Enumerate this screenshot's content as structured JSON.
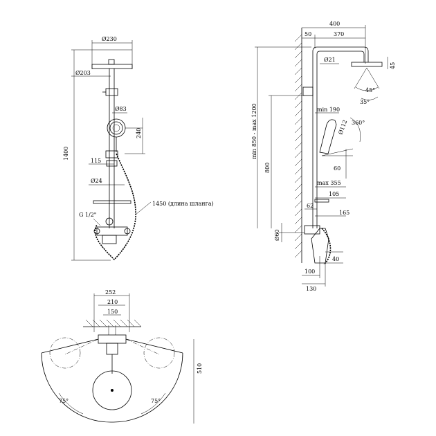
{
  "front_view": {
    "d_head_outer": "Ø230",
    "d_head_inner": "Ø203",
    "d_hand_shower": "Ø83",
    "height_total": "1400",
    "slide_range": "240",
    "holder_offset": "115",
    "d_pipe": "Ø24",
    "thread": "G 1/2\"",
    "hose_length": "1450 (длина шланга)"
  },
  "side_view": {
    "arm_total": "400",
    "wall_offset": "50",
    "arm_length": "370",
    "d_arm_pipe": "Ø21",
    "head_thickness": "45",
    "head_tilt_1": "45°",
    "head_tilt_2": "35°",
    "height_range": "min 850 - max 1200",
    "holder_min": "min 190",
    "hand_diameter": "Ø112",
    "rotation": "360°",
    "rail_height": "800",
    "hand_angle": "60",
    "holder_max": "max 355",
    "shelf_depth": "105",
    "pipe_spacing": "62",
    "mixer_depth": "165",
    "d_wall": "Ø60",
    "mixer_height": "40",
    "mixer_offset": "100",
    "mixer_total": "130"
  },
  "top_view": {
    "width_outer": "252",
    "width_mid": "210",
    "width_inner": "150",
    "depth": "510",
    "angle_left": "75°",
    "angle_right": "75°"
  }
}
